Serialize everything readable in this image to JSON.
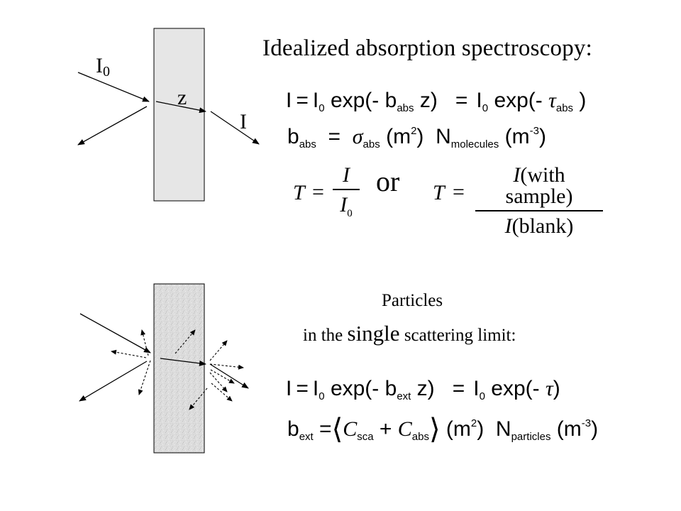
{
  "top_panel": {
    "title": "Idealized absorption spectroscopy:",
    "labels": {
      "incident": "I",
      "incident_sub": "0",
      "path_length": "z",
      "transmitted": "I"
    },
    "eq1": {
      "lhs": "I",
      "eq": "=",
      "i0": "I",
      "i0_sub": "0",
      "exp": "exp(- b",
      "babs_sub": "abs",
      "z": "z)",
      "eq2": "=",
      "i0b": "I",
      "i0b_sub": "0",
      "exp2": "exp(- ",
      "tau": "τ",
      "tau_sub": "abs",
      "close": ")"
    },
    "eq2": {
      "b": "b",
      "b_sub": "abs",
      "eq": "=",
      "sigma": "σ",
      "sigma_sub": "abs",
      "m2_open": "(m",
      "m2_sup": "2",
      "m2_close": ")",
      "N": "N",
      "N_sub": "molecules",
      "m3_open": "(m",
      "m3_sup": "-3",
      "m3_close": ")"
    },
    "frac1": {
      "lhs": "T",
      "eq": "=",
      "num": "I",
      "den": "I",
      "den_sub": "0"
    },
    "or": "or",
    "frac2": {
      "lhs": "T",
      "eq": "=",
      "num_I": "I",
      "num_rest": "(with sample)",
      "den_I": "I",
      "den_rest": "(blank)"
    }
  },
  "bottom_panel": {
    "line1": "Particles",
    "line2_pre": "in the",
    "line2_big": "single",
    "line2_post": "scattering limit:",
    "eq1": {
      "lhs": "I",
      "eq": "=",
      "i0": "I",
      "i0_sub": "0",
      "exp": "exp(- b",
      "bext_sub": "ext",
      "z": "z)",
      "eq2": "=",
      "i0b": "I",
      "i0b_sub": "0",
      "exp2": "exp(- ",
      "tau": "τ",
      "close": ")"
    },
    "eq2": {
      "b": "b",
      "b_sub": "ext",
      "eq": "=",
      "lang": "⟨",
      "csca": "C",
      "csca_sub": "sca",
      "plus": "+",
      "cabs": "C",
      "cabs_sub": "abs",
      "rang": "⟩",
      "m2_open": "(m",
      "m2_sup": "2",
      "m2_close": ")",
      "N": "N",
      "N_sub": "particles",
      "m3_open": "(m",
      "m3_sup": "-3",
      "m3_close": ")"
    }
  }
}
